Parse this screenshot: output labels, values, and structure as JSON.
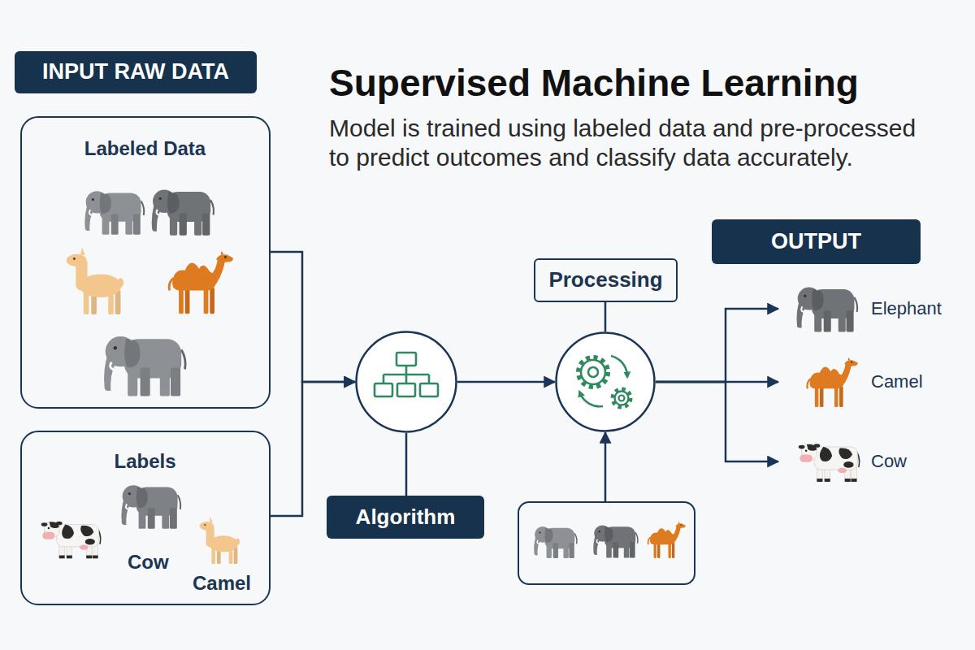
{
  "diagram": {
    "title": "Supervised Machine Learning",
    "caption": "Model is trained using labeled data and pre-processed to predict outcomes and classify data accurately.",
    "nodes": [
      {
        "text": [
          "INPUT RAW DATA"
        ]
      },
      {
        "text": [
          "Labeled Data"
        ]
      },
      {
        "text": [
          "Labels",
          "Cow",
          "Camel"
        ]
      },
      {
        "text": []
      },
      {
        "text": [
          "Algorithm"
        ]
      },
      {
        "text": [
          "Processing"
        ]
      },
      {
        "text": []
      },
      {
        "text": []
      },
      {
        "text": [
          "OUTPUT"
        ]
      },
      {
        "text": [
          "Elephant"
        ]
      },
      {
        "text": [
          "Camel"
        ]
      },
      {
        "text": [
          "Cow"
        ]
      }
    ],
    "edges": [
      {
        "from": 1,
        "to": 3,
        "arrow": "to"
      },
      {
        "from": 2,
        "to": 3,
        "arrow": "to"
      },
      {
        "from": 3,
        "to": 4,
        "arrow": "none"
      },
      {
        "from": 3,
        "to": 6,
        "arrow": "to"
      },
      {
        "from": 5,
        "to": 6,
        "arrow": "none"
      },
      {
        "from": 7,
        "to": 6,
        "arrow": "to"
      },
      {
        "from": 6,
        "to": 9,
        "arrow": "to"
      },
      {
        "from": 6,
        "to": 10,
        "arrow": "to"
      },
      {
        "from": 6,
        "to": 11,
        "arrow": "to"
      }
    ]
  }
}
